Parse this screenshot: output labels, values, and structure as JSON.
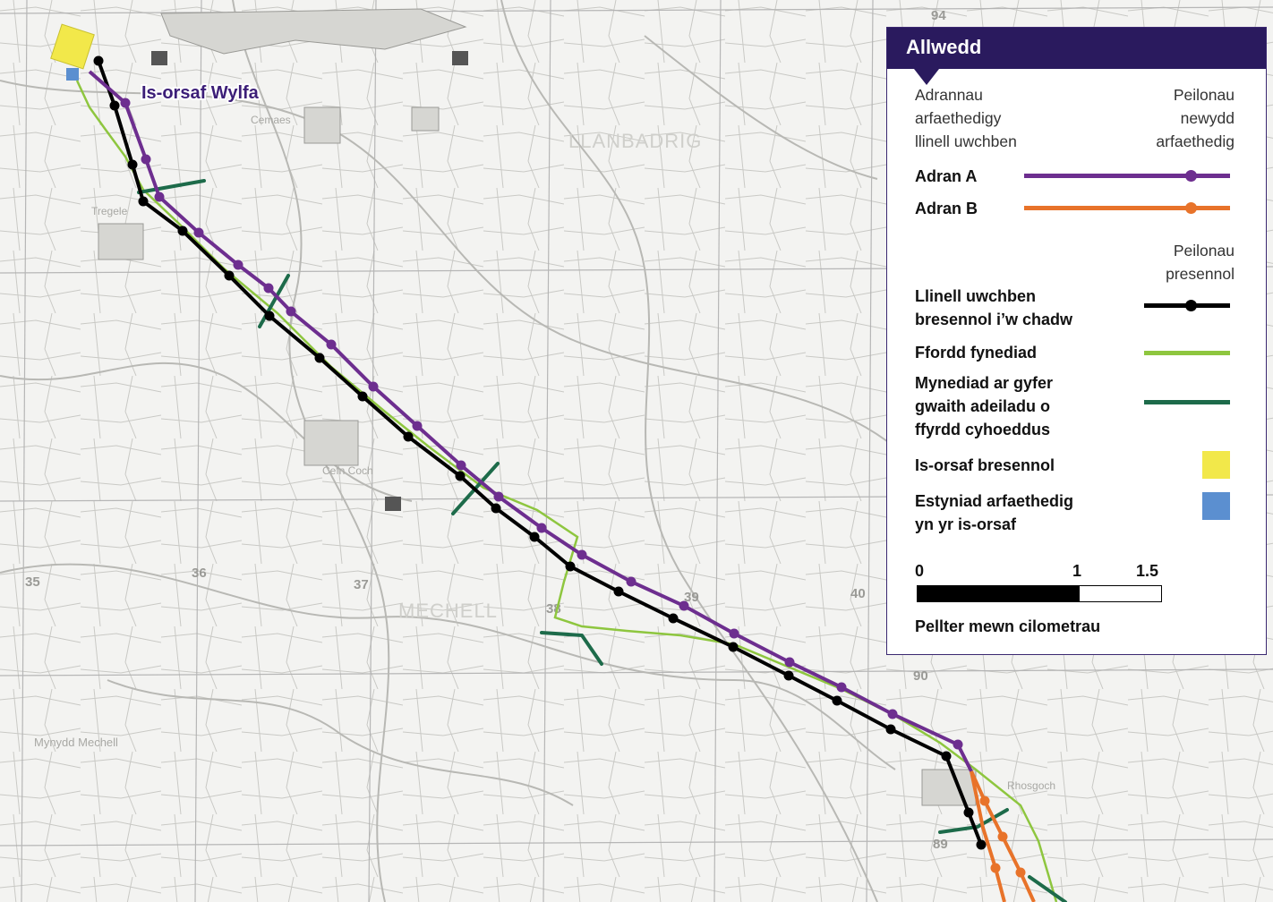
{
  "map": {
    "substation_label": "Is-orsaf Wylfa",
    "place_labels": [
      "LLANBADRIG",
      "MECHELL",
      "Mynydd Mechell",
      "Cemaes",
      "Tregele",
      "Cefn Coch",
      "Rhosgoch"
    ],
    "grid_labels": [
      "35",
      "36",
      "37",
      "38",
      "39",
      "40",
      "94",
      "90",
      "89"
    ]
  },
  "colors": {
    "route_a": "#6d2e8f",
    "route_b": "#e8732a",
    "existing_line": "#000000",
    "access_road": "#8ec63f",
    "construction_access": "#1d6b4a",
    "existing_substation": "#f2e84a",
    "substation_extension": "#5b8fd0",
    "legend_header": "#2a1a5e"
  },
  "legend": {
    "title": "Allwedd",
    "col_left_header": [
      "Adrannau",
      "arfaethedigy",
      "llinell uwchben"
    ],
    "col_right_header": [
      "Peilonau",
      "newydd",
      "arfaethedig"
    ],
    "route_a_label": "Adran A",
    "route_b_label": "Adran B",
    "existing_pylons_header": [
      "Peilonau",
      "presennol"
    ],
    "existing_line_label": [
      "Llinell uwchben",
      "bresennol i’w chadw"
    ],
    "access_road_label": "Ffordd fynediad",
    "construction_access_label": [
      "Mynediad ar gyfer",
      "gwaith adeiladu o",
      "ffyrdd cyhoeddus"
    ],
    "existing_substation_label": "Is-orsaf bresennol",
    "substation_extension_label": [
      "Estyniad arfaethedig",
      "yn yr is-orsaf"
    ],
    "scale": {
      "tick_0": "0",
      "tick_1": "1",
      "tick_15": "1.5",
      "unit_label": "Pellter mewn cilometrau",
      "filled_fraction": 0.667
    }
  }
}
